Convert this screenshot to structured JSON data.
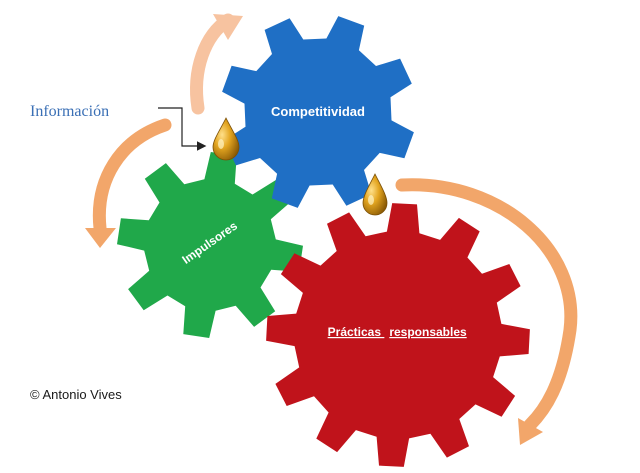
{
  "labels": {
    "information": "Información",
    "competitiveness": "Competitividad",
    "drivers": "Impulsores",
    "practices_part1": "Prácticas",
    "practices_part2": "responsables",
    "credit": "© Antonio Vives"
  },
  "colors": {
    "blue_gear": "#1f6fc5",
    "green_gear": "#20a84a",
    "red_gear": "#c0131b",
    "arrow_orange": "#f2a66a",
    "arrow_light": "#f7c3a0",
    "drop_gold": "#c98a0d",
    "info_text": "#3a6fb5"
  },
  "icons": {
    "drop": "oil-drop-icon",
    "connector": "elbow-arrow-icon"
  }
}
